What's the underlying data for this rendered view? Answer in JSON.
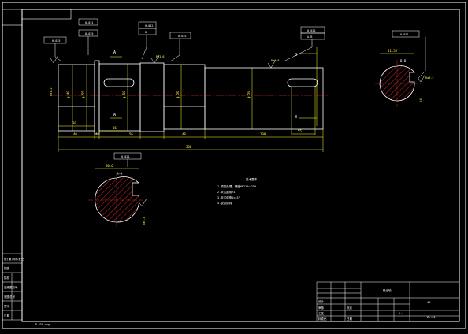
{
  "drawing": {
    "dimensions": {
      "overall_length": "386",
      "seg_a": "40",
      "seg_b": "11",
      "seg_c": "56",
      "seg_d": "48",
      "seg_e": "190",
      "keyway_left": "36",
      "keyway_right": "55",
      "step_len": "30",
      "phi_a": "φ 40",
      "phi_b": "φ 55",
      "phi_c": "φ 58",
      "phi_d": "φ 56",
      "phi_e": "φ 50",
      "section_top_dim": "41.55",
      "section_bottom_dim": "50.6",
      "section_right_dim": "14"
    },
    "annotations": {
      "section_a": "A",
      "section_b": "B",
      "section_a_label": "A—A",
      "section_b_label": "B—B",
      "tol_1": "0.025",
      "tol_2": "0.021",
      "tol_3": "0.025",
      "tol_4": "0.012",
      "tol_5": "0.025",
      "datum_b": "B",
      "datum_ab": "A-B",
      "roughness_1": "Ra3.2",
      "roughness_2": "Ra1.6",
      "roughness_3": "Ra0.8",
      "roughness_4": "Ra3.2",
      "roughness_5": "Ra6.3"
    },
    "notes": {
      "heading": "技术要求",
      "lines": [
        "1.调质处理，硬度HB220～250",
        "2.未注圆角R1",
        "3.未注倒角1×45°",
        "4.锐边倒钝"
      ]
    },
    "title_block": {
      "part_name": "输出轴",
      "material": "45",
      "drawing_no": "ZL-01",
      "scale": "1:1",
      "cells": [
        "设计",
        "审核",
        "工艺",
        "标准化",
        "批准",
        "日期"
      ]
    },
    "side_panel": {
      "labels": [
        "借(通)用件登记",
        "描图",
        "描校",
        "旧底图总号",
        "底图总号",
        "签字",
        "日期"
      ]
    },
    "bottom_note": "ZL-01.dwg"
  }
}
